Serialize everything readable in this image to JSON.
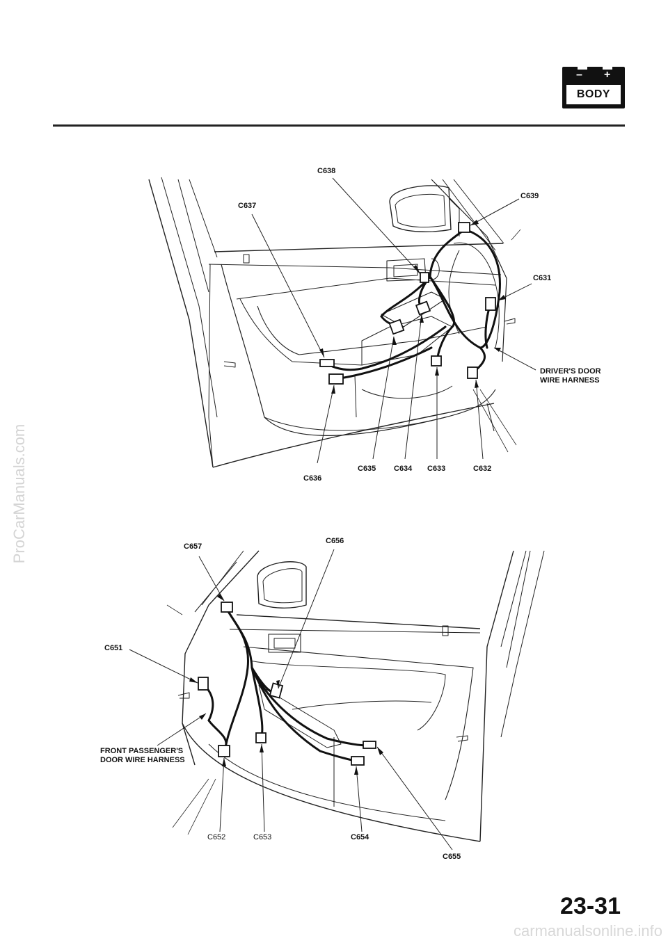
{
  "watermark_side": "ProCarManuals.com",
  "watermark_bottom": "carmanualsonline.info",
  "section_badge": {
    "negative": "–",
    "positive": "+",
    "label": "BODY"
  },
  "driver_door": {
    "connectors": [
      "C638",
      "C639",
      "C637",
      "C631",
      "C635",
      "C634",
      "C633",
      "C632",
      "C636"
    ],
    "harness_label": [
      "DRIVER'S DOOR",
      "WIRE HARNESS"
    ]
  },
  "passenger_door": {
    "connectors": [
      "C657",
      "C656",
      "C651",
      "C652",
      "C653",
      "C654",
      "C655"
    ],
    "harness_label": [
      "FRONT PASSENGER'S",
      "DOOR WIRE HARNESS"
    ]
  },
  "page_number": "23-31"
}
